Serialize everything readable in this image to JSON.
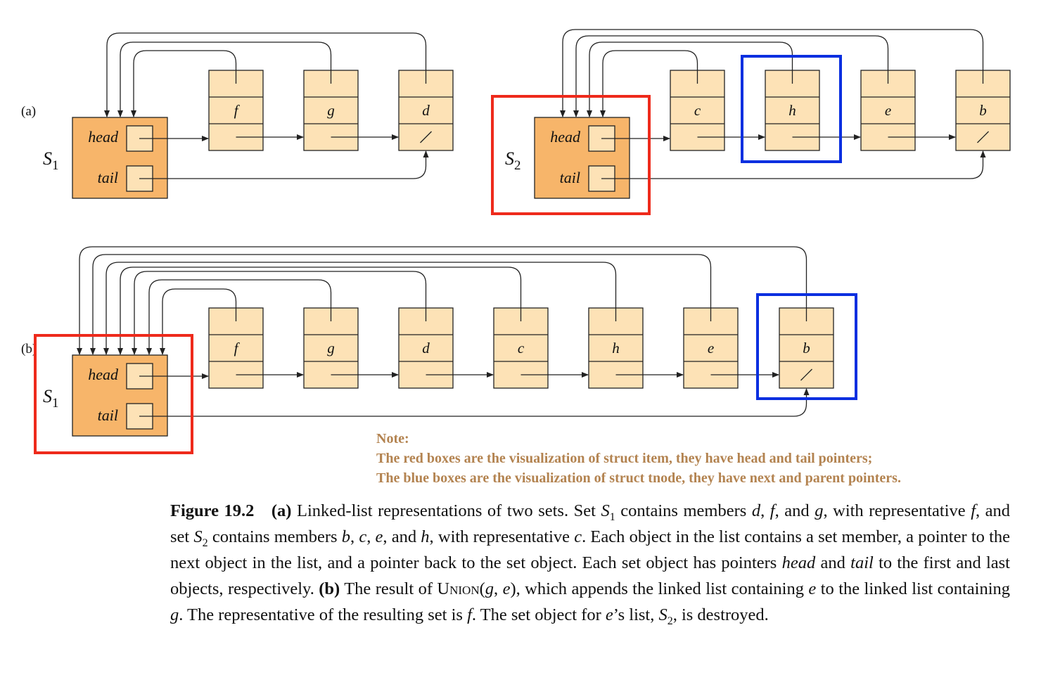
{
  "colors": {
    "set_fill": "#f7b56a",
    "node_fill": "#fde2b6",
    "stroke": "#222222",
    "red_box": "#ee2a1b",
    "blue_box": "#0a2fe0",
    "note_text": "#b38350"
  },
  "panel_a": {
    "label": "(a)",
    "set1": {
      "name_base": "S",
      "name_sub": "1",
      "head_label": "head",
      "tail_label": "tail",
      "members": [
        "f",
        "g",
        "d"
      ]
    },
    "set2": {
      "name_base": "S",
      "name_sub": "2",
      "head_label": "head",
      "tail_label": "tail",
      "members": [
        "c",
        "h",
        "e",
        "b"
      ]
    },
    "red_box_target": "S2 set object",
    "blue_box_target": "h node"
  },
  "panel_b": {
    "label": "(b)",
    "set1": {
      "name_base": "S",
      "name_sub": "1",
      "head_label": "head",
      "tail_label": "tail",
      "members": [
        "f",
        "g",
        "d",
        "c",
        "h",
        "e",
        "b"
      ]
    },
    "red_box_target": "S1 set object",
    "blue_box_target": "b node"
  },
  "nil_symbol": "/",
  "note": {
    "title": "Note:",
    "line1": "The red boxes are the visualization of struct item, they have head and tail pointers;",
    "line2": "The blue boxes are the visualization of struct tnode, they have next and parent pointers."
  },
  "caption": {
    "fig_label": "Figure 19.2",
    "part_a": "(a)",
    "t1": " Linked-list representations of two sets. Set ",
    "S": "S",
    "sub1": "1",
    "sub2": "2",
    "t2": " contains members ",
    "m_d": "d",
    "comma": ", ",
    "m_f": "f",
    "t3": ", and ",
    "m_g": "g",
    "t4": ", with representative ",
    "t5": ", and set ",
    "m_b": "b",
    "m_c": "c",
    "m_e": "e",
    "m_h": "h",
    "t6": ". Each object in the list contains a set member, a pointer to the next object in the list, and a pointer back to the set object. Each set object has pointers ",
    "w_head": "head",
    "t7": " and ",
    "w_tail": "tail",
    "t8": " to the first and last objects, respectively. ",
    "part_b": "(b)",
    "t9": " The result of ",
    "union": "Union",
    "paren_open": "(",
    "arg_sep": ", ",
    "paren_close": ")",
    "t10": ", which appends the linked list containing ",
    "t11": " to the linked list containing ",
    "t12": ". The representative of the resulting set is ",
    "t13": ". The set object for ",
    "t14": "’s list, ",
    "t15": ", is destroyed."
  }
}
